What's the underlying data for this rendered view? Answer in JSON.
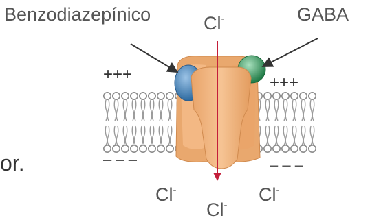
{
  "labels": {
    "benzodiazepine": "Benzodiazepínico",
    "gaba": "GABA",
    "ion_base": "Cl",
    "ion_charge": "-",
    "charges_positive": "+++",
    "charges_negative": "– – –",
    "text_fragment": "or."
  },
  "colors": {
    "membrane_head": "#8a8a8a",
    "membrane_tail": "#9a9a9a",
    "receptor": "#f2b27a",
    "receptor_dark": "#d9904f",
    "benzodiazepine_site": "#3f7fb5",
    "gaba_site": "#2e8b57",
    "channel_line": "#c41e3a",
    "arrow": "#333333"
  }
}
